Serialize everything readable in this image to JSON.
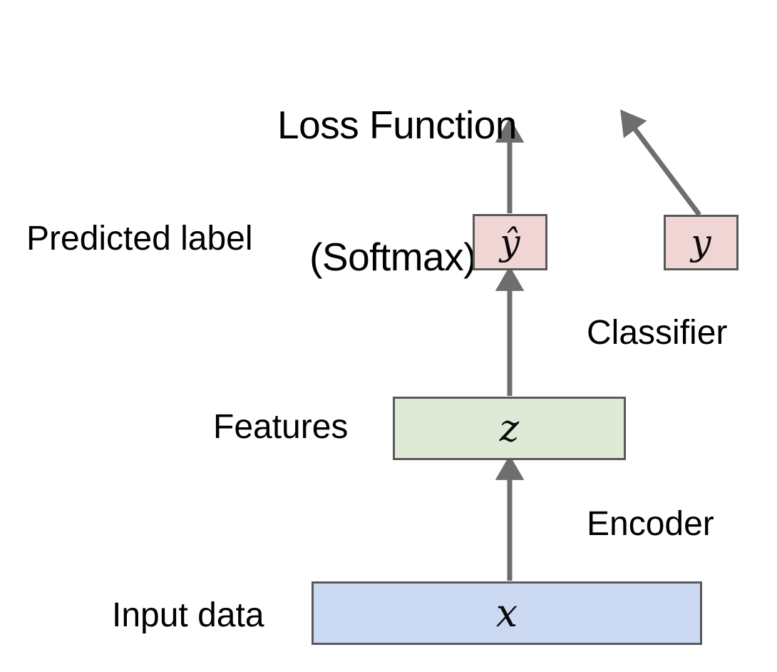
{
  "diagram": {
    "title_line1": "Loss Function",
    "title_line2": "(Softmax)",
    "background": "#ffffff",
    "arrow_color": "#6e6e6e",
    "border_color": "#595959",
    "text_color": "#000000",
    "labels": {
      "predicted": "Predicted label",
      "classifier": "Classifier",
      "features": "Features",
      "encoder": "Encoder",
      "input": "Input data"
    },
    "nodes": {
      "yhat": {
        "symbol": "ŷ",
        "fill": "#f0d5d5"
      },
      "y": {
        "symbol": "y",
        "fill": "#f0d5d5"
      },
      "z": {
        "symbol": "z",
        "fill": "#dfead6"
      },
      "x": {
        "symbol": "x",
        "fill": "#ccd9f2"
      }
    },
    "edges": [
      {
        "name": "x-to-z",
        "from": "x",
        "to": "z",
        "style": "straight-up"
      },
      {
        "name": "z-to-yhat",
        "from": "z",
        "to": "yhat",
        "style": "straight-up"
      },
      {
        "name": "yhat-to-loss",
        "from": "yhat",
        "to": "loss-function",
        "style": "straight-up"
      },
      {
        "name": "y-to-loss",
        "from": "y",
        "to": "loss-function",
        "style": "diagonal-up-left"
      }
    ]
  }
}
